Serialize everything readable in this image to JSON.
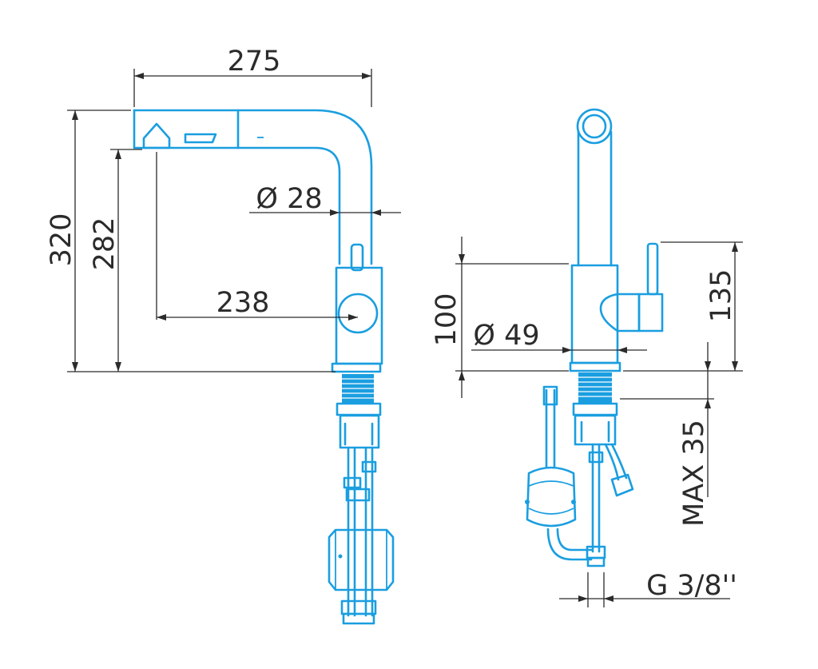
{
  "colors": {
    "outline": "#1a9ee0",
    "dimension": "#2b2b2b",
    "background": "#ffffff"
  },
  "front_view": {
    "labels": {
      "width": "275",
      "height_total": "320",
      "height_spout": "282",
      "pipe_diameter": "Ø 28",
      "reach": "238"
    }
  },
  "side_view": {
    "labels": {
      "body_height": "100",
      "body_diameter": "Ø 49",
      "handle_height": "135",
      "max_thickness": "MAX 35",
      "connection": "G 3/8''"
    }
  }
}
